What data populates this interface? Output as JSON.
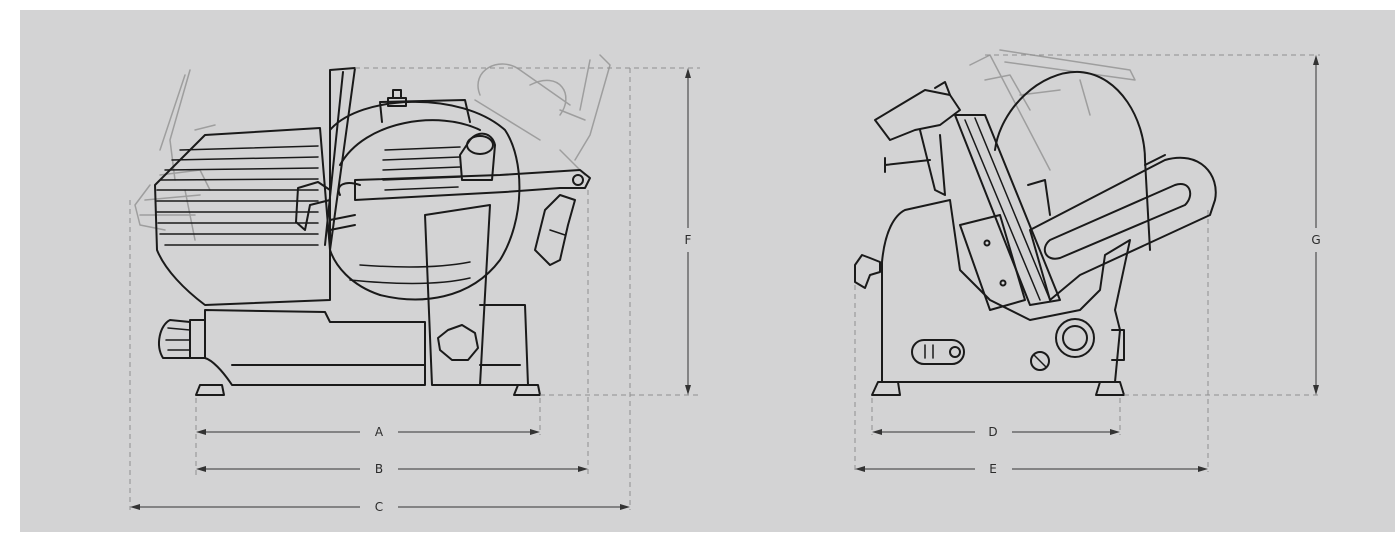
{
  "dimensions": {
    "A": "A",
    "B": "B",
    "C": "C",
    "D": "D",
    "E": "E",
    "F": "F",
    "G": "G"
  },
  "colors": {
    "background": "#d3d3d4",
    "line": "#1a1a1a",
    "ghost": "#9e9e9e"
  }
}
